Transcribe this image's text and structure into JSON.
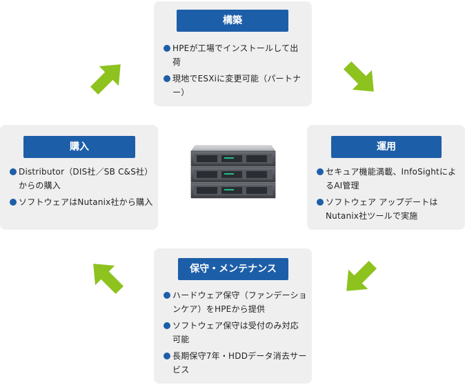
{
  "colors": {
    "accent": "#1d5ea8",
    "arrow": "#8dc21f",
    "card": "#efefef"
  },
  "cards": {
    "build": {
      "title": "構築",
      "items": [
        "HPEが工場でインストールして出荷",
        "現地でESXiに変更可能（パートナー）"
      ]
    },
    "operate": {
      "title": "運用",
      "items": [
        "セキュア機能満載、InfoSightによるAI管理",
        "ソフトウェア アップデートはNutanix社ツールで実施"
      ]
    },
    "maintain": {
      "title": "保守・メンテナンス",
      "items": [
        "ハードウェア保守（ファンデーションケア）をHPEから提供",
        "ソフトウェア保守は受付のみ対応可能",
        "長期保守7年・HDDデータ消去サービス"
      ]
    },
    "purchase": {
      "title": "購入",
      "items": [
        "Distributor（DIS社／SB C&S社）からの購入",
        "ソフトウェアはNutanix社から購入"
      ]
    }
  },
  "icons": {
    "server": "server-rack-icon",
    "arrows": [
      "arrow-northeast-icon",
      "arrow-southeast-icon",
      "arrow-southwest-icon",
      "arrow-northwest-icon"
    ]
  }
}
